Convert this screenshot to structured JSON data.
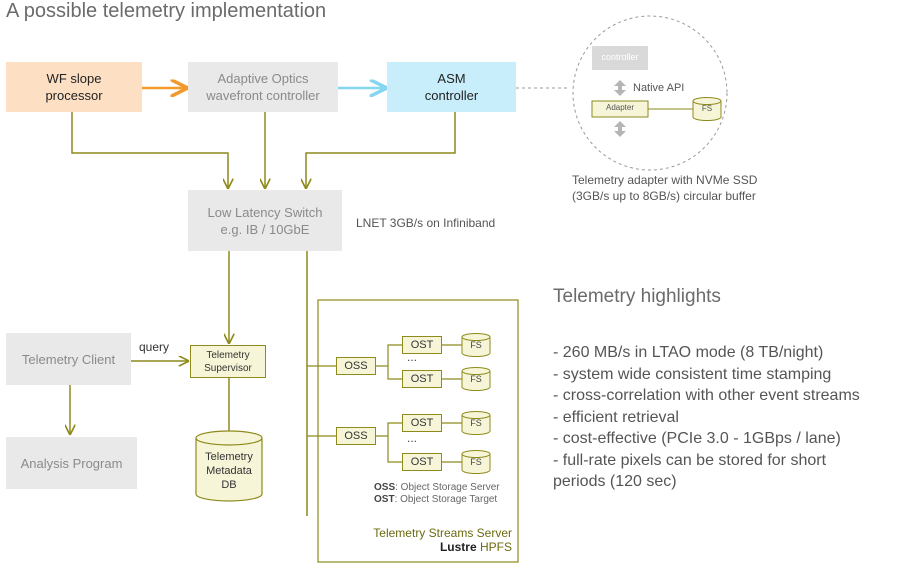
{
  "title": "A possible telemetry implementation",
  "boxes": {
    "wf_slope": "WF slope processor",
    "ao_controller": "Adaptive Optics wavefront controller",
    "asm_controller": "ASM controller",
    "switch": "Low Latency Switch e.g. IB / 10GbE",
    "telemetry_client": "Telemetry Client",
    "analysis_program": "Analysis Program",
    "telemetry_supervisor": "Telemetry Supervisor",
    "metadata_db": "Telemetry Metadata DB"
  },
  "labels": {
    "lnet": "LNET 3GB/s on Infiniband",
    "query": "query"
  },
  "adapter_detail": {
    "controller": "controller",
    "native_api": "Native API",
    "adapter": "Adapter",
    "fs": "FS",
    "caption_line1": "Telemetry adapter with NVMe SSD",
    "caption_line2": "(3GB/s up to 8GB/s) circular buffer"
  },
  "storage": {
    "oss": "OSS",
    "ost": "OST",
    "fs": "FS",
    "ellipsis": "...",
    "legend_oss_key": "OSS",
    "legend_oss_text": ": Object Storage Server",
    "legend_ost_key": "OST",
    "legend_ost_text": ": Object Storage Target",
    "server_caption": "Telemetry Streams Server",
    "lustre_bold": "Lustre",
    "lustre_rest": " HPFS"
  },
  "highlights": {
    "title": "Telemetry highlights",
    "items": [
      "- 260 MB/s in LTAO mode (8 TB/night)",
      "- system wide consistent time stamping",
      "- cross-correlation with other event streams",
      "- efficient retrieval",
      "- cost-effective (PCIe 3.0 - 1GBps / lane)",
      "- full-rate pixels can be stored for short",
      "periods (120 sec)"
    ]
  },
  "colors": {
    "olive": "#8e8a1c",
    "orange": "#f39a2b",
    "cyan": "#86d6ef",
    "grey_box": "#e9e9e9",
    "orange_box": "#fde0c4",
    "blue_box": "#c8eefb",
    "yellow_box": "#f7f5d8"
  }
}
